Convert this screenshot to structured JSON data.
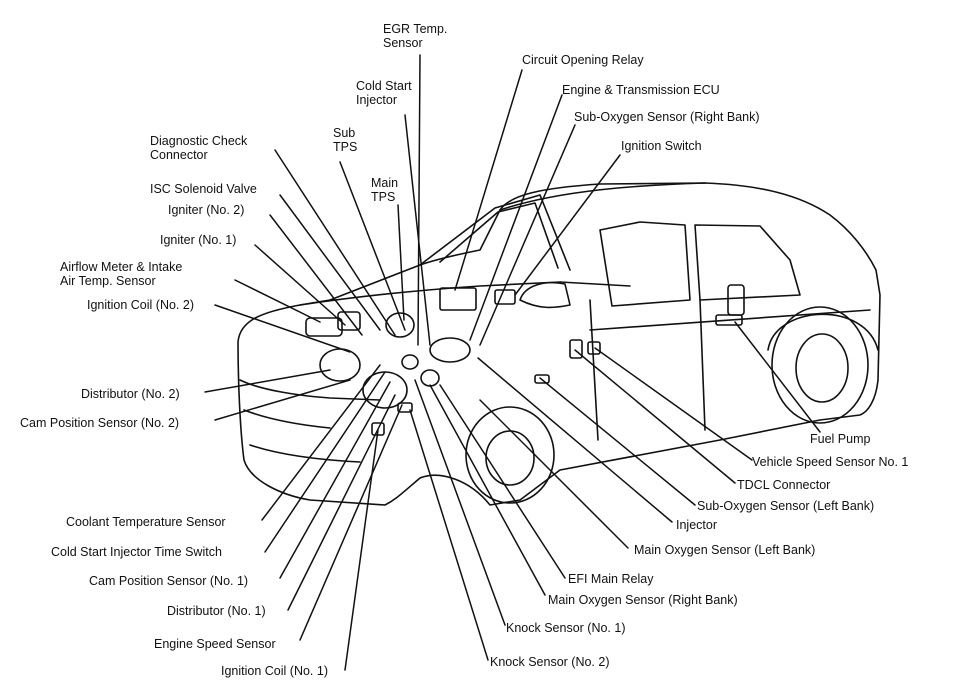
{
  "labels": {
    "egr_temp_sensor": [
      "EGR Temp.",
      "Sensor"
    ],
    "circuit_opening_relay": "Circuit Opening Relay",
    "cold_start_injector": [
      "Cold Start",
      "Injector"
    ],
    "engine_transmission_ecu": "Engine & Transmission ECU",
    "sub_oxygen_sensor_right": "Sub-Oxygen Sensor (Right Bank)",
    "diagnostic_check_connector": [
      "Diagnostic Check",
      "Connector"
    ],
    "sub_tps": [
      "Sub",
      "TPS"
    ],
    "ignition_switch": "Ignition Switch",
    "main_tps": [
      "Main",
      "TPS"
    ],
    "isc_solenoid_valve": "ISC Solenoid Valve",
    "igniter_no2": "Igniter (No. 2)",
    "igniter_no1": "Igniter (No. 1)",
    "airflow_meter": [
      "Airflow Meter & Intake",
      "Air Temp. Sensor"
    ],
    "ignition_coil_no2": "Ignition Coil (No. 2)",
    "distributor_no2": "Distributor (No. 2)",
    "cam_position_sensor_no2": "Cam Position Sensor (No. 2)",
    "fuel_pump": "Fuel Pump",
    "vehicle_speed_sensor_no1": "Vehicle Speed Sensor No. 1",
    "tdcl_connector": "TDCL Connector",
    "sub_oxygen_sensor_left": "Sub-Oxygen Sensor (Left Bank)",
    "injector": "Injector",
    "main_oxygen_sensor_left": "Main Oxygen Sensor (Left Bank)",
    "coolant_temperature_sensor": "Coolant Temperature Sensor",
    "cold_start_injector_time_switch": "Cold Start Injector Time Switch",
    "efi_main_relay": "EFI Main Relay",
    "main_oxygen_sensor_right": "Main Oxygen Sensor (Right Bank)",
    "cam_position_sensor_no1": "Cam Position Sensor (No. 1)",
    "distributor_no1": "Distributor (No. 1)",
    "knock_sensor_no1": "Knock Sensor (No. 1)",
    "engine_speed_sensor": "Engine Speed Sensor",
    "knock_sensor_no2": "Knock Sensor (No. 2)",
    "ignition_coil_no1": "Ignition Coil (No. 1)"
  }
}
